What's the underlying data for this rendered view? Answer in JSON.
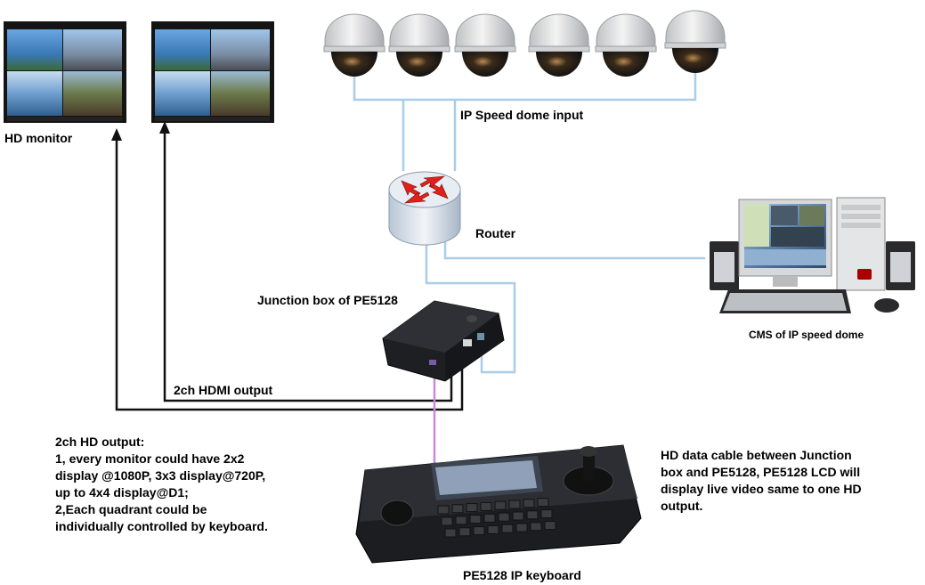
{
  "labels": {
    "hd_monitor": "HD monitor",
    "ip_speed_dome_input": "IP Speed dome input",
    "router": "Router",
    "junction_box": "Junction box of PE5128",
    "hdmi_output": "2ch HDMI output",
    "cms": "CMS of IP speed dome",
    "keyboard": "PE5128 IP keyboard"
  },
  "notes": {
    "hd_output": [
      "2ch HD output:",
      "1, every monitor could have 2x2",
      "display @1080P, 3x3 display@720P,",
      "up to 4x4 display@D1;",
      "2,Each quadrant could be",
      "individually controlled by keyboard."
    ],
    "hd_cable": [
      "HD data cable between Junction",
      "box and PE5128, PE5128 LCD will",
      "display live video same to one HD",
      "output."
    ]
  },
  "colors": {
    "network_line": "#a9cde8",
    "hdmi_line": "#000000",
    "keyboard_cable": "#c88ad8",
    "router_arrows": "#e0201c"
  },
  "icons": [
    "monitor-icon",
    "dome-camera-icon",
    "router-icon",
    "junction-box-icon",
    "pc-workstation-icon",
    "keyboard-controller-icon"
  ]
}
